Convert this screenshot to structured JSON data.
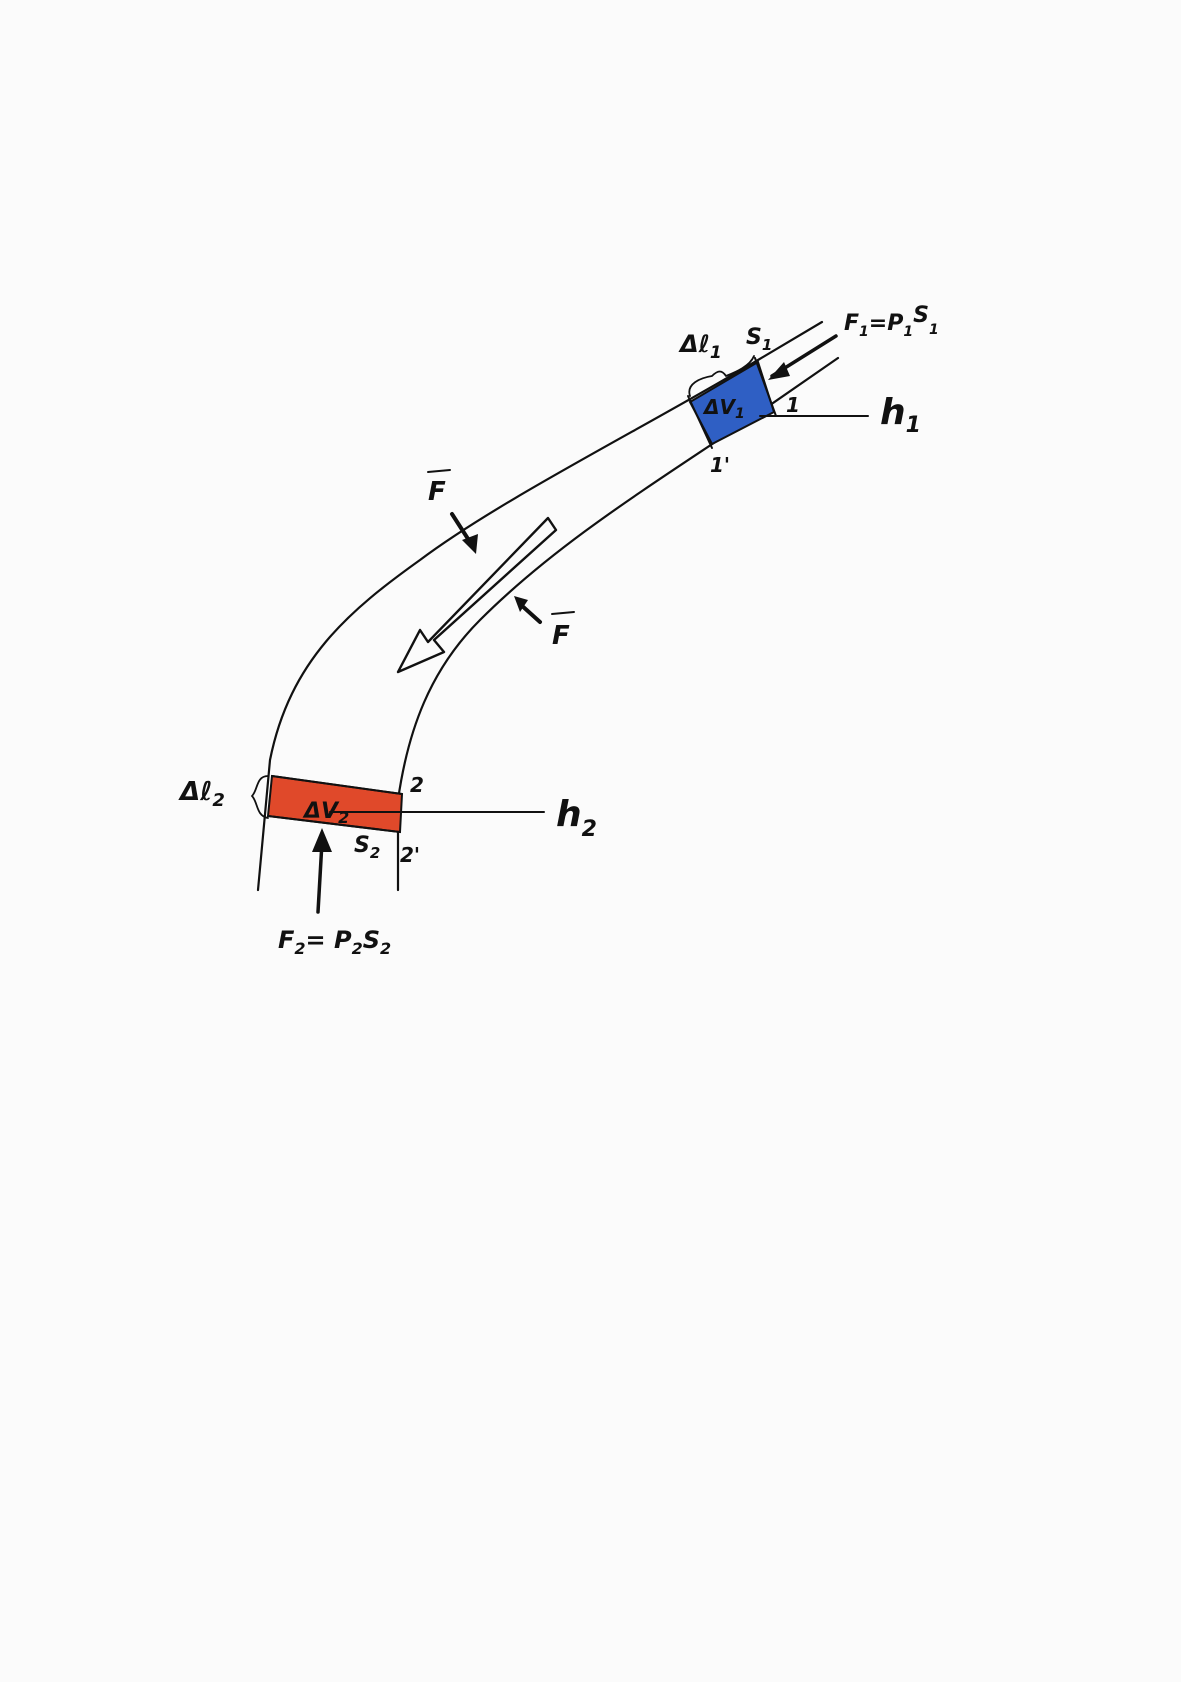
{
  "labels": {
    "dl1": "Δℓ",
    "dl1_sub": "1",
    "s1": "S",
    "s1_sub": "1",
    "f1_eq": "F",
    "f1_eq_sub": "1",
    "f1_eq_rhs": "=P",
    "f1_eq_p_sub": "1",
    "f1_eq_s": "S",
    "f1_eq_s_sub": "1",
    "dv1": "ΔV",
    "dv1_sub": "1",
    "point1": "1",
    "point1p": "1'",
    "h1": "h",
    "h1_sub": "1",
    "f_upper": "F",
    "f_lower": "F",
    "point2": "2",
    "point2p": "2'",
    "dl2": "Δℓ",
    "dl2_sub": "2",
    "dv2": "ΔV",
    "dv2_sub": "2",
    "s2": "S",
    "s2_sub": "2",
    "h2": "h",
    "h2_sub": "2",
    "f2_eq": "F",
    "f2_eq_sub": "2",
    "f2_eq_rhs": "= P",
    "f2_eq_p_sub": "2",
    "f2_eq_s": "S",
    "f2_eq_s_sub": "2"
  },
  "colors": {
    "volume1": "#2f5fc4",
    "volume2": "#e0492a",
    "ink": "#111111",
    "paper": "#fbfbfb"
  }
}
